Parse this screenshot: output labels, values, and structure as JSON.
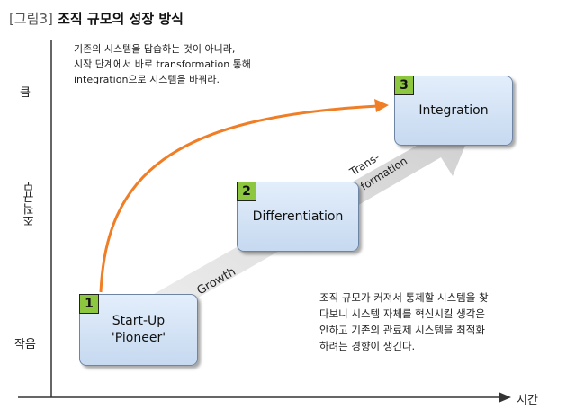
{
  "title": {
    "prefix": "[그림3]",
    "main": "조직 규모의 성장 방식"
  },
  "y_axis": {
    "top_label": "큼",
    "middle_label": "조직규모",
    "bottom_label": "작음"
  },
  "x_axis": {
    "label": "시간"
  },
  "top_note": [
    "기존의 시스템을 답습하는 것이 아니라,",
    "시작 단계에서 바로 transformation 통해",
    "integration으로 시스템을 바꿔라."
  ],
  "bottom_note": [
    "조직 규모가 커져서 통제할 시스템을 찾",
    "다보니 시스템 자체를 혁신시킬 생각은",
    "안하고 기존의 관료제 시스템을 최적화",
    "하려는 경향이 생긴다."
  ],
  "stages": [
    {
      "number": "1",
      "label_lines": [
        "Start-Up",
        "'Pioneer'"
      ]
    },
    {
      "number": "2",
      "label_lines": [
        "Differentiation"
      ]
    },
    {
      "number": "3",
      "label_lines": [
        "Integration"
      ]
    }
  ],
  "arrow_labels": {
    "growth": "Growth",
    "transformation_line1": "Trans-",
    "transformation_line2": "formation"
  },
  "colors": {
    "stage_fill": "#c6d9f0",
    "stage_border": "#6d84a3",
    "number_badge": "#8dc63f",
    "curve_arrow": "#f07e26",
    "growth_arrow": "#d9d9d9"
  }
}
